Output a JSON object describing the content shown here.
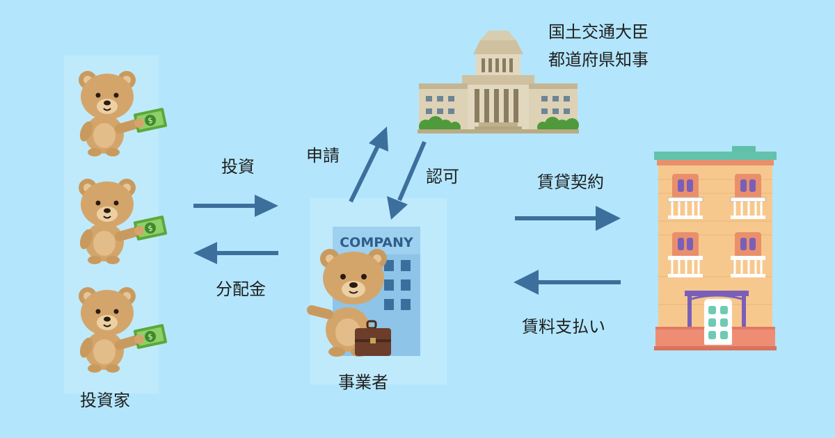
{
  "colors": {
    "background": "#b3e6fc",
    "arrow": "#3d6f9c",
    "bear": "#d4a56a",
    "bill": "#5aa83a",
    "company_building": "#8ec4e8",
    "apartment": "#f7c88e",
    "government_building": "#d8cdb0"
  },
  "investor": {
    "label": "投資家"
  },
  "company": {
    "sign": "COMPANY",
    "label": "事業者"
  },
  "government": {
    "line1": "国土交通大臣",
    "line2": "都道府県知事"
  },
  "flows": {
    "invest": "投資",
    "dividend": "分配金",
    "apply": "申請",
    "approve": "認可",
    "lease": "賃貸契約",
    "rent": "賃料支払い"
  }
}
